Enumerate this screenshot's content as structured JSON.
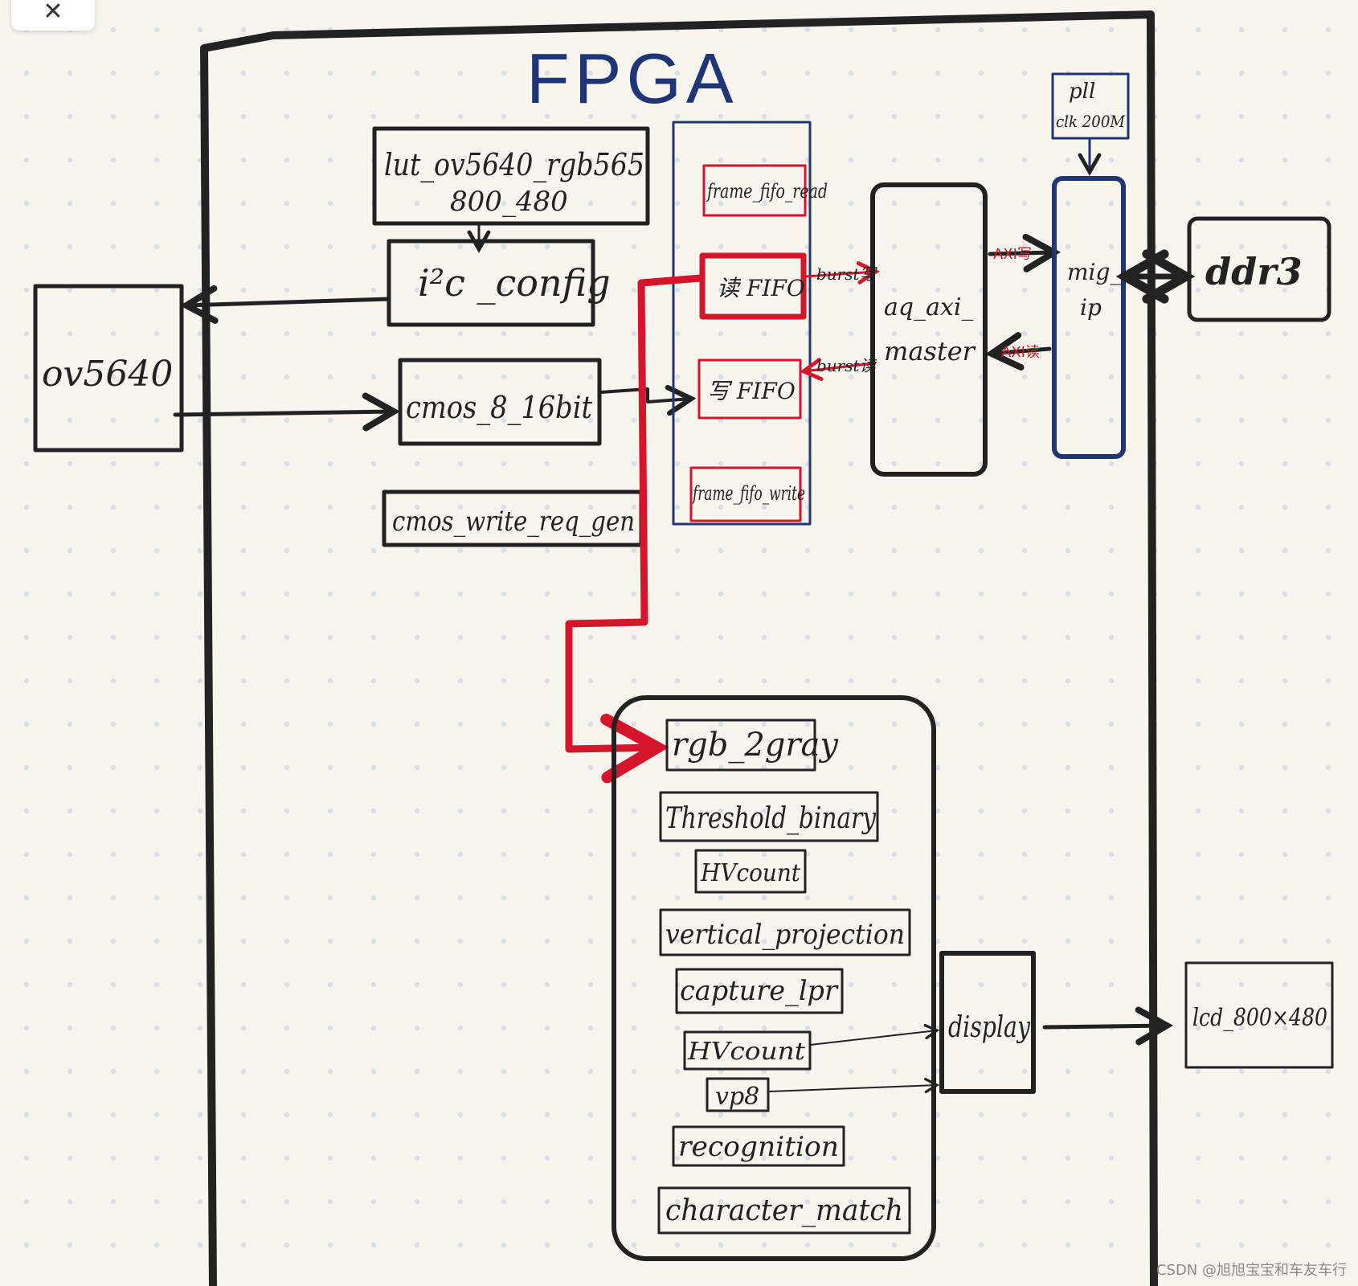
{
  "close_icon": "close-icon",
  "watermark": "CSDN @旭旭宝宝和车友车行",
  "colors": {
    "ink": "#222222",
    "red": "#d6142a",
    "blue": "#1f3575"
  },
  "diagram": {
    "title": "FPGA",
    "ov5640": "ov5640",
    "lut_line1": "lut_ov5640_rgb565",
    "lut_line2": "800_480",
    "i2c_config": "i²c _config",
    "cmos_8_16bit": "cmos_8_16bit",
    "cmos_write_req_gen": "cmos_write_req_gen",
    "frame_fifo_read": "frame_fifo_read",
    "read_fifo": "读 FIFO",
    "write_fifo": "写 FIFO",
    "frame_fifo_write": "frame_fifo_write",
    "burst_write": "burst写",
    "burst_read": "burst读",
    "aq_axi_line1": "aq_axi_",
    "aq_axi_line2": "master",
    "pll_line1": "pll",
    "pll_line2": "clk 200M",
    "mig_line1": "mig_",
    "mig_line2": "ip",
    "axi_write": "AXI写",
    "axi_read": "AXI读",
    "ddr3": "ddr3",
    "rgb_2gray": "rgb_2gray",
    "threshold_binary": "Threshold_binary",
    "hvcount1": "HVcount",
    "vertical_projection": "vertical_projection",
    "capture_lpr": "capture_lpr",
    "hvcount2": "HVcount",
    "vp8": "vp8",
    "recognition": "recognition",
    "character_match": "character_match",
    "display": "display",
    "lcd": "lcd_800×480"
  }
}
